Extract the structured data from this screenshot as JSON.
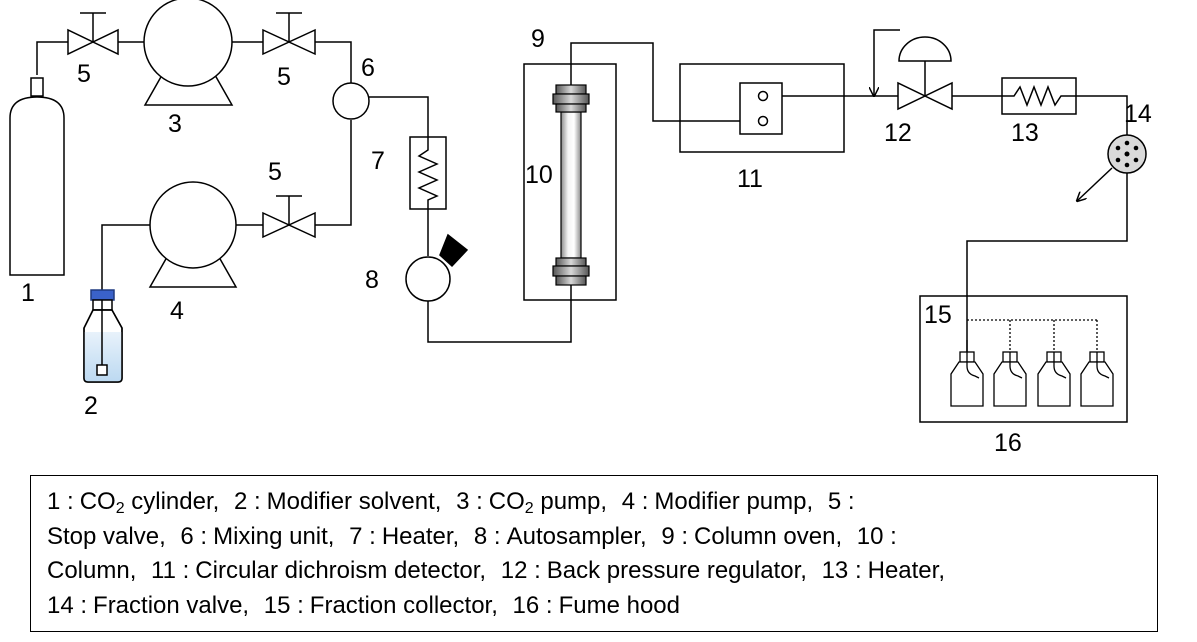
{
  "numbers": {
    "cylinder": "1",
    "solvent": "2",
    "co2_pump": "3",
    "modifier_pump": "4",
    "stop_valve_a": "5",
    "stop_valve_b": "5",
    "stop_valve_c": "5",
    "mixing_unit": "6",
    "heater": "7",
    "autosampler": "8",
    "oven": "9",
    "column": "10",
    "cd_detector": "11",
    "bpr": "12",
    "heater2": "13",
    "fraction_valve": "14",
    "collector": "15",
    "hood": "16"
  },
  "legend": {
    "line1": [
      {
        "key": "1 :",
        "pre": "CO",
        "sub": "2",
        "post": " cylinder,"
      },
      {
        "key": "2 :",
        "pre": "Modifier solvent,"
      },
      {
        "key": "3 :",
        "pre": "CO",
        "sub": "2",
        "post": " pump,"
      },
      {
        "key": "4 :",
        "pre": "Modifier pump,"
      },
      {
        "key": "5 :"
      }
    ],
    "line2": [
      {
        "pre": "Stop valve,"
      },
      {
        "key": "6 :",
        "pre": "Mixing unit,"
      },
      {
        "key": "7 :",
        "pre": "Heater,"
      },
      {
        "key": "8 :",
        "pre": "Autosampler,"
      },
      {
        "key": "9 :",
        "pre": "Column oven,"
      },
      {
        "key": "10 :"
      }
    ],
    "line3": [
      {
        "pre": "Column,"
      },
      {
        "key": "11 :",
        "pre": "Circular dichroism detector,"
      },
      {
        "key": "12 :",
        "pre": "Back pressure regulator,"
      },
      {
        "key": "13 :",
        "pre": "Heater,"
      }
    ],
    "line4": [
      {
        "key": "14 :",
        "pre": "Fraction valve,"
      },
      {
        "key": "15 :",
        "pre": "Fraction collector,"
      },
      {
        "key": "16 :",
        "pre": "Fume hood"
      }
    ]
  }
}
